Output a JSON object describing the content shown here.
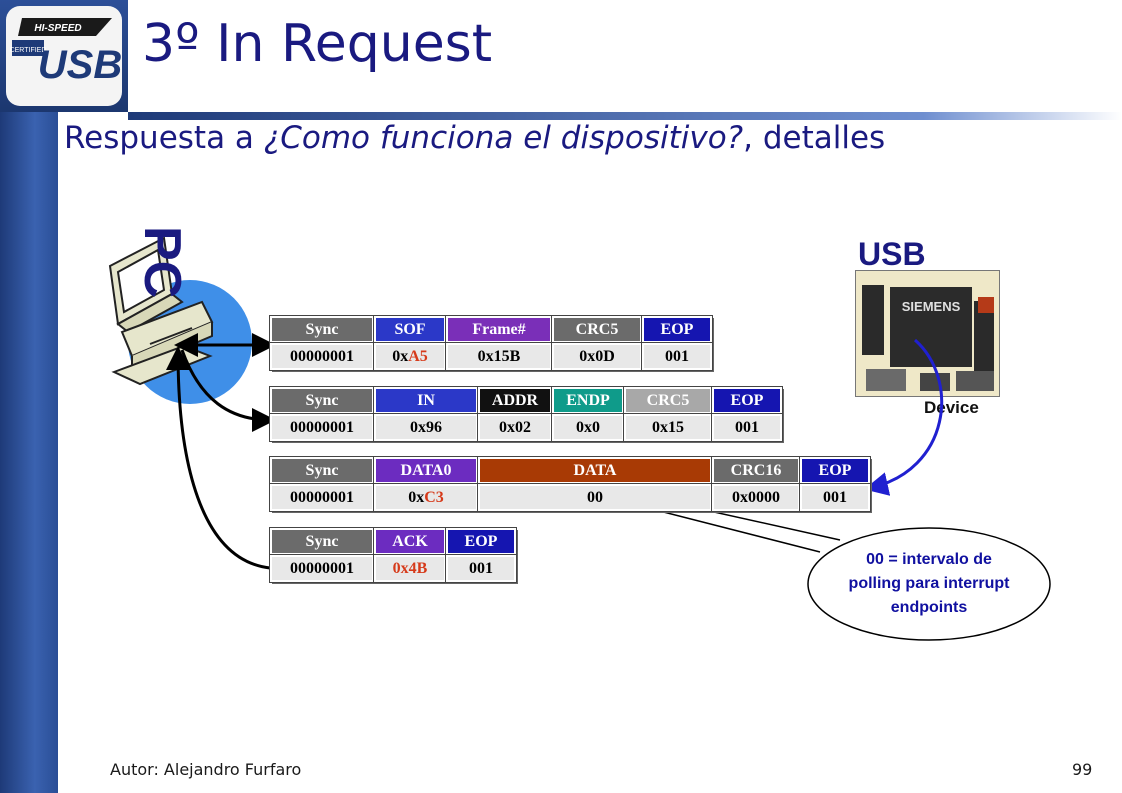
{
  "slide": {
    "title": "3º In Request",
    "subtitle_pre": "Respuesta a ",
    "subtitle_italic": "¿Como funciona el dispositivo?",
    "subtitle_post": ", detalles",
    "author": "Autor: Alejandro Furfaro",
    "page": "99"
  },
  "logo": {
    "top": "HI-SPEED",
    "main": "USB",
    "side": "CERTIFIED"
  },
  "labels": {
    "pc": "PC",
    "usb": "USB",
    "device": "Device",
    "chip": "SIEMENS"
  },
  "packets": {
    "sof": {
      "headers": [
        "Sync",
        "SOF",
        "Frame#",
        "CRC5",
        "EOP"
      ],
      "values": [
        "00000001",
        "0xA5",
        "0x15B",
        "0x0D",
        "001"
      ]
    },
    "in": {
      "headers": [
        "Sync",
        "IN",
        "ADDR",
        "ENDP",
        "CRC5",
        "EOP"
      ],
      "values": [
        "00000001",
        "0x96",
        "0x02",
        "0x0",
        "0x15",
        "001"
      ]
    },
    "data": {
      "headers": [
        "Sync",
        "DATA0",
        "DATA",
        "CRC16",
        "EOP"
      ],
      "values": [
        "00000001",
        "0xC3",
        "00",
        "0x0000",
        "001"
      ]
    },
    "ack": {
      "headers": [
        "Sync",
        "ACK",
        "EOP"
      ],
      "values": [
        "00000001",
        "0x4B",
        "001"
      ]
    }
  },
  "note": {
    "line1": "00 = intervalo de",
    "line2": "polling para interrupt",
    "line3": "endpoints"
  },
  "colors": {
    "title": "#1a1a80",
    "sync": "#6b6b6b",
    "sof_pid": "#2b38c8",
    "data_field": "#a83a05",
    "note_text": "#1010a0"
  }
}
